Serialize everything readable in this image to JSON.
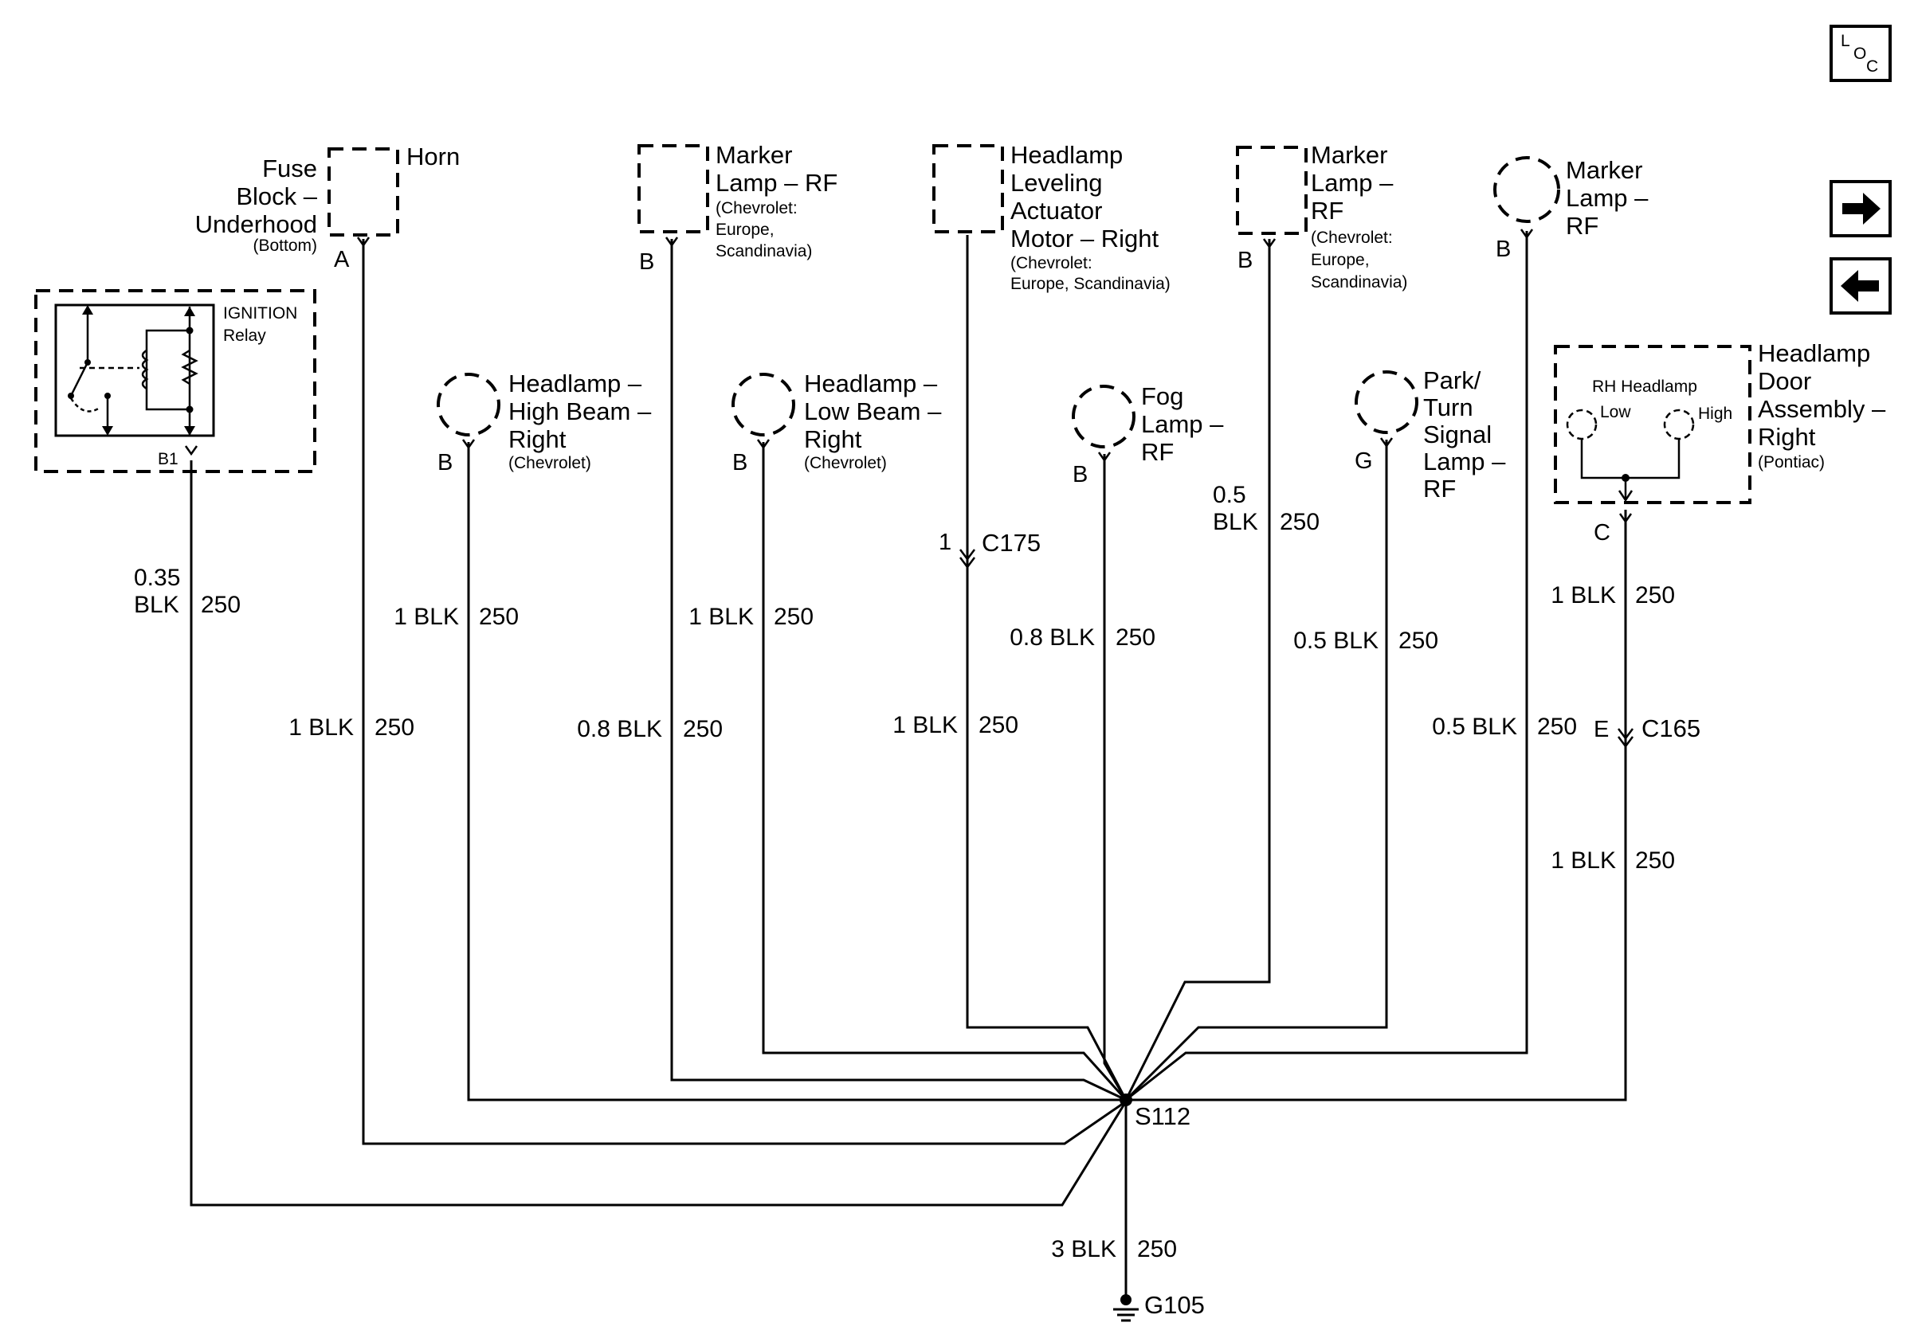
{
  "nav": {
    "loc_l": "L",
    "loc_o": "O",
    "loc_c": "C"
  },
  "components": {
    "fuse_block": {
      "lines": [
        "Fuse",
        "Block –",
        "Underhood"
      ],
      "note": "(Bottom)",
      "pin": "A"
    },
    "horn": {
      "lines": [
        "Horn"
      ]
    },
    "marker_lamp_rf_1": {
      "lines": [
        "Marker",
        "Lamp – RF"
      ],
      "notes": [
        "(Chevrolet:",
        "Europe,",
        "Scandinavia)"
      ],
      "pin": "B"
    },
    "headlamp_leveling": {
      "lines": [
        "Headlamp",
        "Leveling",
        "Actuator",
        "Motor – Right"
      ],
      "notes": [
        "(Chevrolet:",
        "Europe, Scandinavia)"
      ]
    },
    "marker_lamp_rf_2": {
      "lines": [
        "Marker",
        "Lamp –",
        "RF"
      ],
      "notes": [
        "(Chevrolet:",
        "Europe,",
        "Scandinavia)"
      ],
      "pin": "B"
    },
    "marker_lamp_rf_3": {
      "lines": [
        "Marker",
        "Lamp –",
        "RF"
      ],
      "pin": "B"
    },
    "ignition_relay": {
      "lines": [
        "IGNITION",
        "Relay"
      ],
      "pin": "B1"
    },
    "headlamp_high": {
      "lines": [
        "Headlamp –",
        "High Beam –",
        "Right"
      ],
      "note": "(Chevrolet)",
      "pin": "B"
    },
    "headlamp_low": {
      "lines": [
        "Headlamp –",
        "Low Beam –",
        "Right"
      ],
      "note": "(Chevrolet)",
      "pin": "B"
    },
    "fog_lamp": {
      "lines": [
        "Fog",
        "Lamp –",
        "RF"
      ],
      "pin": "B"
    },
    "park_turn": {
      "lines": [
        "Park/",
        "Turn",
        "Signal",
        "Lamp –",
        "RF"
      ],
      "pin": "G"
    },
    "headlamp_door": {
      "lines": [
        "Headlamp",
        "Door",
        "Assembly –",
        "Right"
      ],
      "note": "(Pontiac)",
      "pin": "C",
      "inner_title": "RH Headlamp",
      "low": "Low",
      "high": "High"
    }
  },
  "connectors": {
    "c175": {
      "name": "C175",
      "pin": "1"
    },
    "c165": {
      "name": "C165",
      "pin": "E"
    }
  },
  "wires": {
    "relay": {
      "gauge": [
        "0.35",
        "BLK"
      ],
      "circuit": "250"
    },
    "horn": {
      "gauge": "1 BLK",
      "circuit": "250"
    },
    "high": {
      "gauge": "1 BLK",
      "circuit": "250"
    },
    "marker1": {
      "gauge": "0.8 BLK",
      "circuit": "250"
    },
    "low": {
      "gauge": "1 BLK",
      "circuit": "250"
    },
    "leveling": {
      "gauge": "1 BLK",
      "circuit": "250"
    },
    "fog": {
      "gauge": "0.8 BLK",
      "circuit": "250"
    },
    "marker2": {
      "gauge": [
        "0.5",
        "BLK"
      ],
      "circuit": "250"
    },
    "park": {
      "gauge": "0.5 BLK",
      "circuit": "250"
    },
    "marker3": {
      "gauge": "0.5 BLK",
      "circuit": "250"
    },
    "door_upper": {
      "gauge": "1 BLK",
      "circuit": "250"
    },
    "door_lower": {
      "gauge": "1 BLK",
      "circuit": "250"
    },
    "ground": {
      "gauge": "3 BLK",
      "circuit": "250"
    }
  },
  "splice": {
    "name": "S112"
  },
  "ground": {
    "name": "G105"
  }
}
